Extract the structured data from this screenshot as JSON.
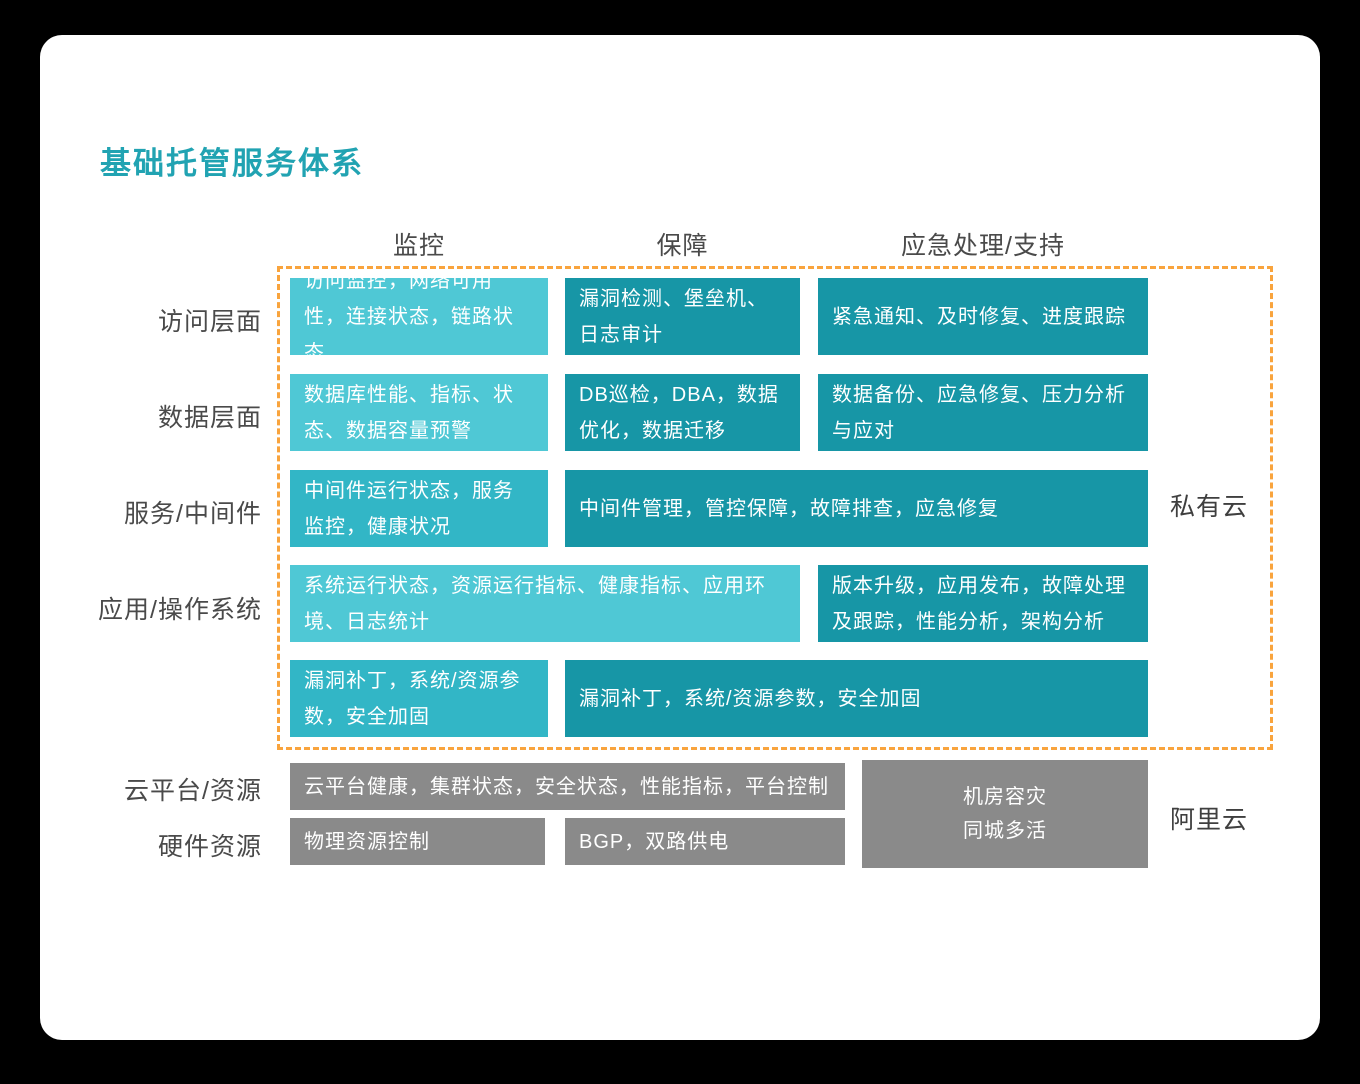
{
  "title": "基础托管服务体系",
  "columns": [
    "监控",
    "保障",
    "应急处理/支持"
  ],
  "row_labels": [
    "访问层面",
    "数据层面",
    "服务/中间件",
    "应用/操作系统",
    "云平台/资源",
    "硬件资源"
  ],
  "cells": {
    "access_monitor": "访问监控，网络可用性，连接状态，链路状态",
    "access_guard": "漏洞检测、堡垒机、日志审计",
    "access_emergency": "紧急通知、及时修复、进度跟踪",
    "data_monitor": "数据库性能、指标、状态、数据容量预警",
    "data_guard": "DB巡检，DBA，数据优化，数据迁移",
    "data_emergency": "数据备份、应急修复、压力分析与应对",
    "middleware_monitor": "中间件运行状态，服务监控，健康状况",
    "middleware_ops": "中间件管理，管控保障，故障排查，应急修复",
    "app_monitor": "系统运行状态，资源运行指标、健康指标、应用环境、日志统计",
    "app_ops": "版本升级，应用发布，故障处理及跟踪，性能分析，架构分析",
    "patch_monitor": "漏洞补丁，系统/资源参数，安全加固",
    "patch_ops": "漏洞补丁，系统/资源参数，安全加固",
    "cloud_platform": "云平台健康，集群状态，安全状态，性能指标，平台控制",
    "hardware_physical": "物理资源控制",
    "hardware_bgp": "BGP，双路供电",
    "datacenter_line1": "机房容灾",
    "datacenter_line2": "同城多活"
  },
  "side_labels": {
    "private_cloud": "私有云",
    "ali_cloud": "阿里云"
  },
  "colors": {
    "title_teal": "#21A3B2",
    "light_teal": "#4FC8D5",
    "medium_teal": "#32B6C6",
    "dark_teal": "#1796A6",
    "gray": "#8A8A8A",
    "frame_orange": "#F9A43D",
    "label_gray": "#4A4A4A",
    "card_bg": "#FFFFFF",
    "page_bg": "#000000"
  }
}
